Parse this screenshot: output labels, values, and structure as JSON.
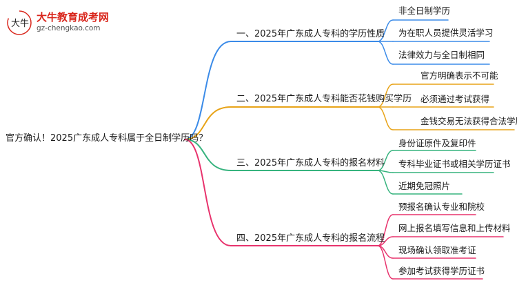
{
  "logo": {
    "name": "大牛教育成考网",
    "url": "gz-chengkao.com",
    "mark_text": "大牛"
  },
  "root": "官方确认！2025广东成人专科属于全日制学历吗？",
  "colors": {
    "b1": "#3b8be8",
    "b2": "#e8a317",
    "b3": "#36b37e",
    "b4": "#e8336d"
  },
  "branches": [
    {
      "label": "一、2025年广东成人专科的学历性质",
      "children": [
        "非全日制学历",
        "为在职人员提供灵活学习",
        "法律效力与全日制相同"
      ]
    },
    {
      "label": "二、2025年广东成人专科能否花钱购买学历",
      "children": [
        "官方明确表示不可能",
        "必须通过考试获得",
        "金钱交易无法获得合法学历"
      ]
    },
    {
      "label": "三、2025年广东成人专科的报名材料",
      "children": [
        "身份证原件及复印件",
        "专科毕业证书或相关学历证书",
        "近期免冠照片"
      ]
    },
    {
      "label": "四、2025年广东成人专科的报名流程",
      "children": [
        "预报名确认专业和院校",
        "网上报名填写信息和上传材料",
        "现场确认领取准考证",
        "参加考试获得学历证书"
      ]
    }
  ]
}
